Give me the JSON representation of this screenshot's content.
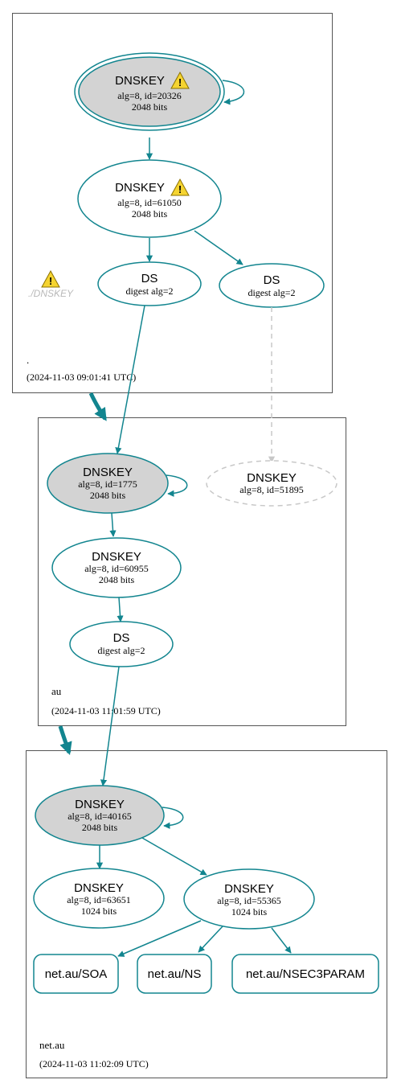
{
  "zones": {
    "root": {
      "name": ".",
      "timestamp": "(2024-11-03 09:01:41 UTC)"
    },
    "au": {
      "name": "au",
      "timestamp": "(2024-11-03 11:01:59 UTC)"
    },
    "netau": {
      "name": "net.au",
      "timestamp": "(2024-11-03 11:02:09 UTC)"
    }
  },
  "root_warning_label": "./DNSKEY",
  "nodes": {
    "root_ksk": {
      "title": "DNSKEY",
      "line1": "alg=8, id=20326",
      "line2": "2048 bits"
    },
    "root_zsk": {
      "title": "DNSKEY",
      "line1": "alg=8, id=61050",
      "line2": "2048 bits"
    },
    "root_ds1": {
      "title": "DS",
      "line1": "digest alg=2"
    },
    "root_ds2": {
      "title": "DS",
      "line1": "digest alg=2"
    },
    "au_ksk": {
      "title": "DNSKEY",
      "line1": "alg=8, id=1775",
      "line2": "2048 bits"
    },
    "au_missing": {
      "title": "DNSKEY",
      "line1": "alg=8, id=51895"
    },
    "au_zsk": {
      "title": "DNSKEY",
      "line1": "alg=8, id=60955",
      "line2": "2048 bits"
    },
    "au_ds": {
      "title": "DS",
      "line1": "digest alg=2"
    },
    "netau_ksk": {
      "title": "DNSKEY",
      "line1": "alg=8, id=40165",
      "line2": "2048 bits"
    },
    "netau_zsk1": {
      "title": "DNSKEY",
      "line1": "alg=8, id=63651",
      "line2": "1024 bits"
    },
    "netau_zsk2": {
      "title": "DNSKEY",
      "line1": "alg=8, id=55365",
      "line2": "1024 bits"
    },
    "netau_soa": {
      "title": "net.au/SOA"
    },
    "netau_ns": {
      "title": "net.au/NS"
    },
    "netau_nsec3param": {
      "title": "net.au/NSEC3PARAM"
    }
  },
  "colors": {
    "edge": "#12858f",
    "ksk_fill": "#d3d3d3",
    "missing": "#c8c8c8",
    "warning_fill": "#f5d431",
    "box_border": "#555555"
  }
}
